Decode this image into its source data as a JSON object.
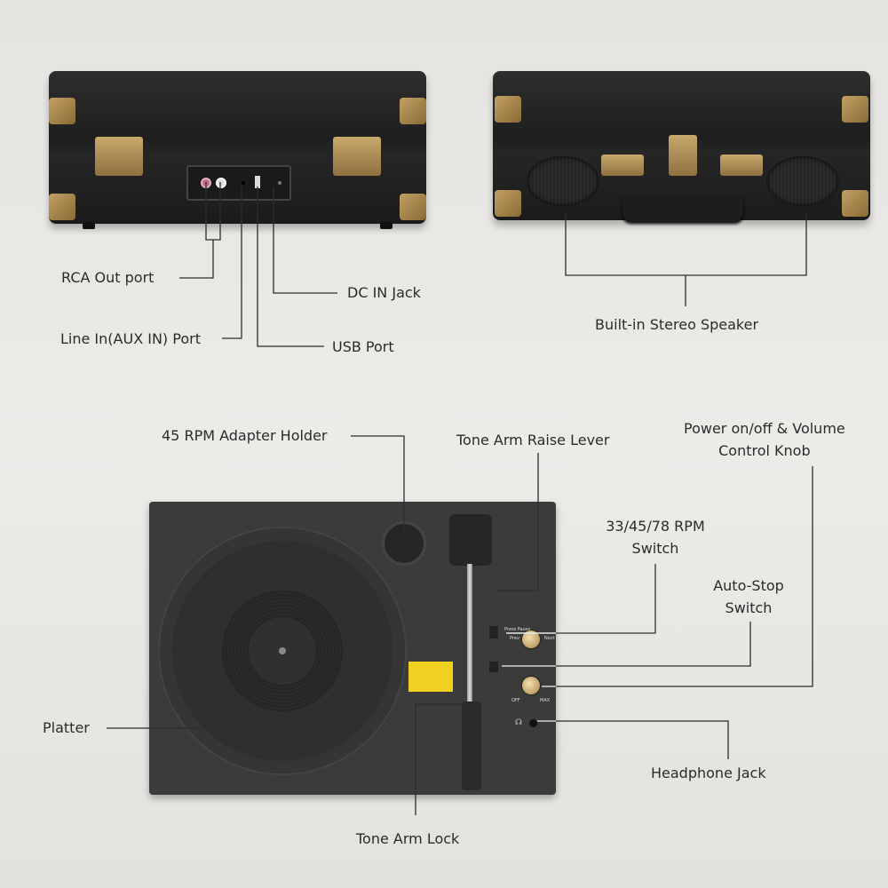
{
  "labels": {
    "rca_out": "RCA Out port",
    "line_in": "Line In(AUX IN) Port",
    "dc_in": "DC IN Jack",
    "usb": "USB Port",
    "speaker": "Built-in Stereo Speaker",
    "adapter_holder": "45 RPM Adapter Holder",
    "tone_arm_raise": "Tone Arm Raise Lever",
    "power_volume_line1": "Power on/off & Volume",
    "power_volume_line2": "Control Knob",
    "rpm_switch_line1": "33/45/78 RPM",
    "rpm_switch_line2": "Switch",
    "auto_stop_line1": "Auto-Stop",
    "auto_stop_line2": "Switch",
    "platter": "Platter",
    "headphone": "Headphone Jack",
    "tone_arm_lock": "Tone Arm Lock"
  },
  "panel_text": {
    "press_pause": "Press Pause",
    "prev": "Prev",
    "next": "Next",
    "off": "OFF",
    "max": "MAX"
  },
  "colors": {
    "background": "#e8e6e2",
    "case": "#222222",
    "brass": "#b8955a",
    "panel": "#3b3b3b"
  }
}
